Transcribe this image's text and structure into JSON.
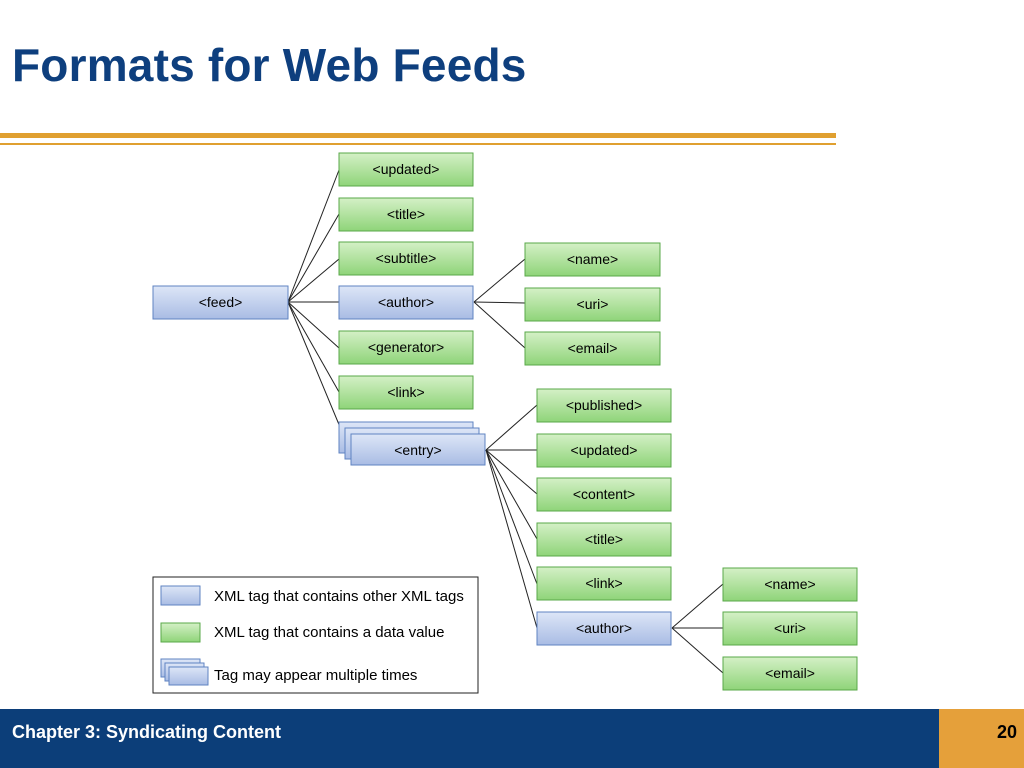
{
  "header": {
    "title": "Formats for Web Feeds"
  },
  "diagram": {
    "root": "<feed>",
    "feed_children": [
      "<updated>",
      "<title>",
      "<subtitle>",
      "<author>",
      "<generator>",
      "<link>",
      "<entry>"
    ],
    "author_children": [
      "<name>",
      "<uri>",
      "<email>"
    ],
    "entry_children": [
      "<published>",
      "<updated>",
      "<content>",
      "<title>",
      "<link>",
      "<author>"
    ],
    "entry_author_children": [
      "<name>",
      "<uri>",
      "<email>"
    ]
  },
  "legend": {
    "container_label": "XML tag that contains other XML tags",
    "data_label": "XML tag that contains a data value",
    "multiple_label": "Tag may appear multiple times"
  },
  "colors": {
    "container": "#b8c9ea",
    "data": "#a3d98e",
    "title": "#0e3f7e",
    "footer": "#0c3e79",
    "accent": "#e0a030"
  },
  "footer": {
    "chapter": "Chapter 3: Syndicating Content",
    "page": "20"
  }
}
